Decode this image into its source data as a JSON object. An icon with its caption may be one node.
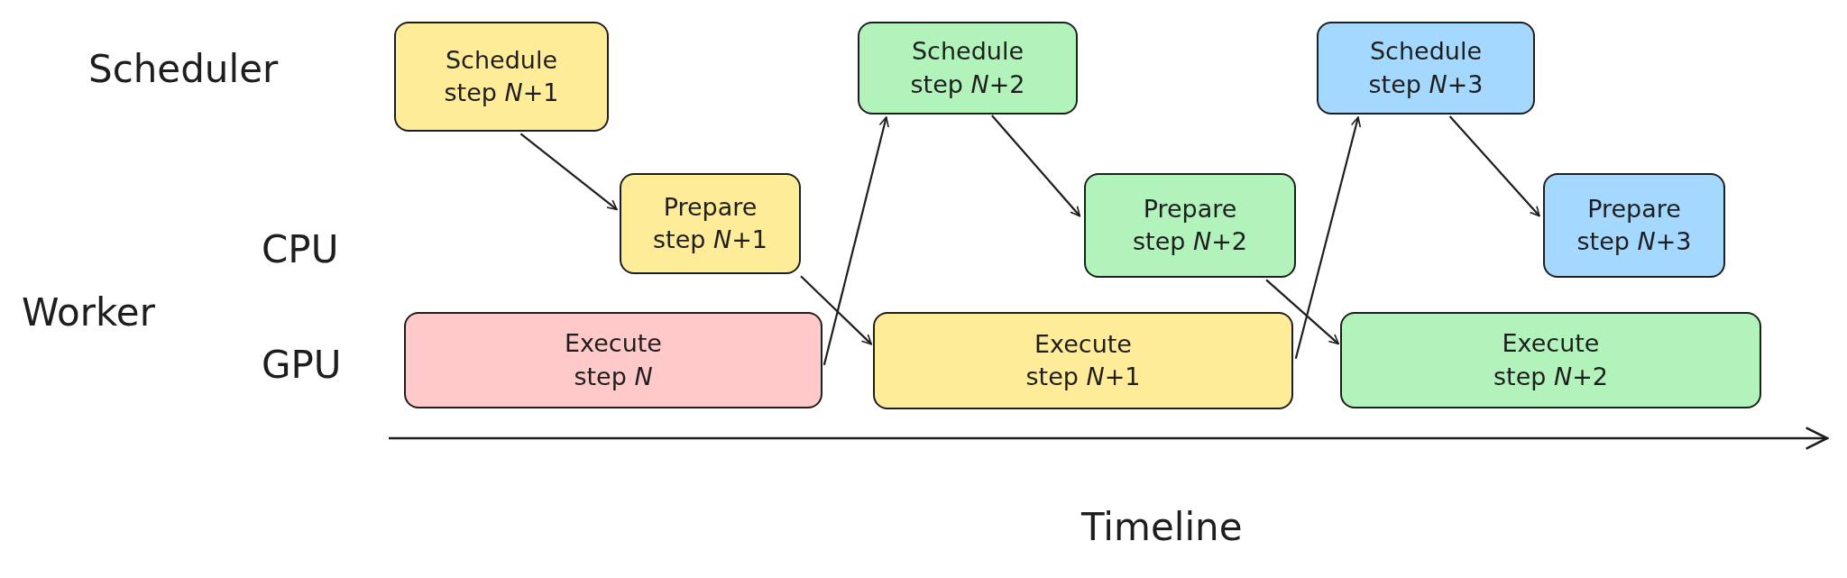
{
  "diagram": {
    "nodes": [
      {
        "text": [
          "Schedule step *N*+1"
        ]
      },
      {
        "text": [
          "Schedule step *N*+2"
        ]
      },
      {
        "text": [
          "Schedule step *N*+3"
        ]
      },
      {
        "text": [
          "Prepare step *N*+1"
        ]
      },
      {
        "text": [
          "Prepare step *N*+2"
        ]
      },
      {
        "text": [
          "Prepare step *N*+3"
        ]
      },
      {
        "text": [
          "Execute step *N*"
        ]
      },
      {
        "text": [
          "Execute step *N*+1"
        ]
      },
      {
        "text": [
          "Execute step *N*+2"
        ]
      }
    ],
    "edges": [
      {
        "from": 0,
        "to": 3,
        "arrow": "to"
      },
      {
        "from": 6,
        "to": 1,
        "arrow": "to"
      },
      {
        "from": 1,
        "to": 4,
        "arrow": "to"
      },
      {
        "from": 3,
        "to": 7,
        "arrow": "to"
      },
      {
        "from": 7,
        "to": 2,
        "arrow": "to"
      },
      {
        "from": 2,
        "to": 5,
        "arrow": "to"
      },
      {
        "from": 4,
        "to": 8,
        "arrow": "to"
      }
    ],
    "labels": [
      "Scheduler",
      "CPU",
      "Worker",
      "GPU",
      "Timeline"
    ]
  }
}
